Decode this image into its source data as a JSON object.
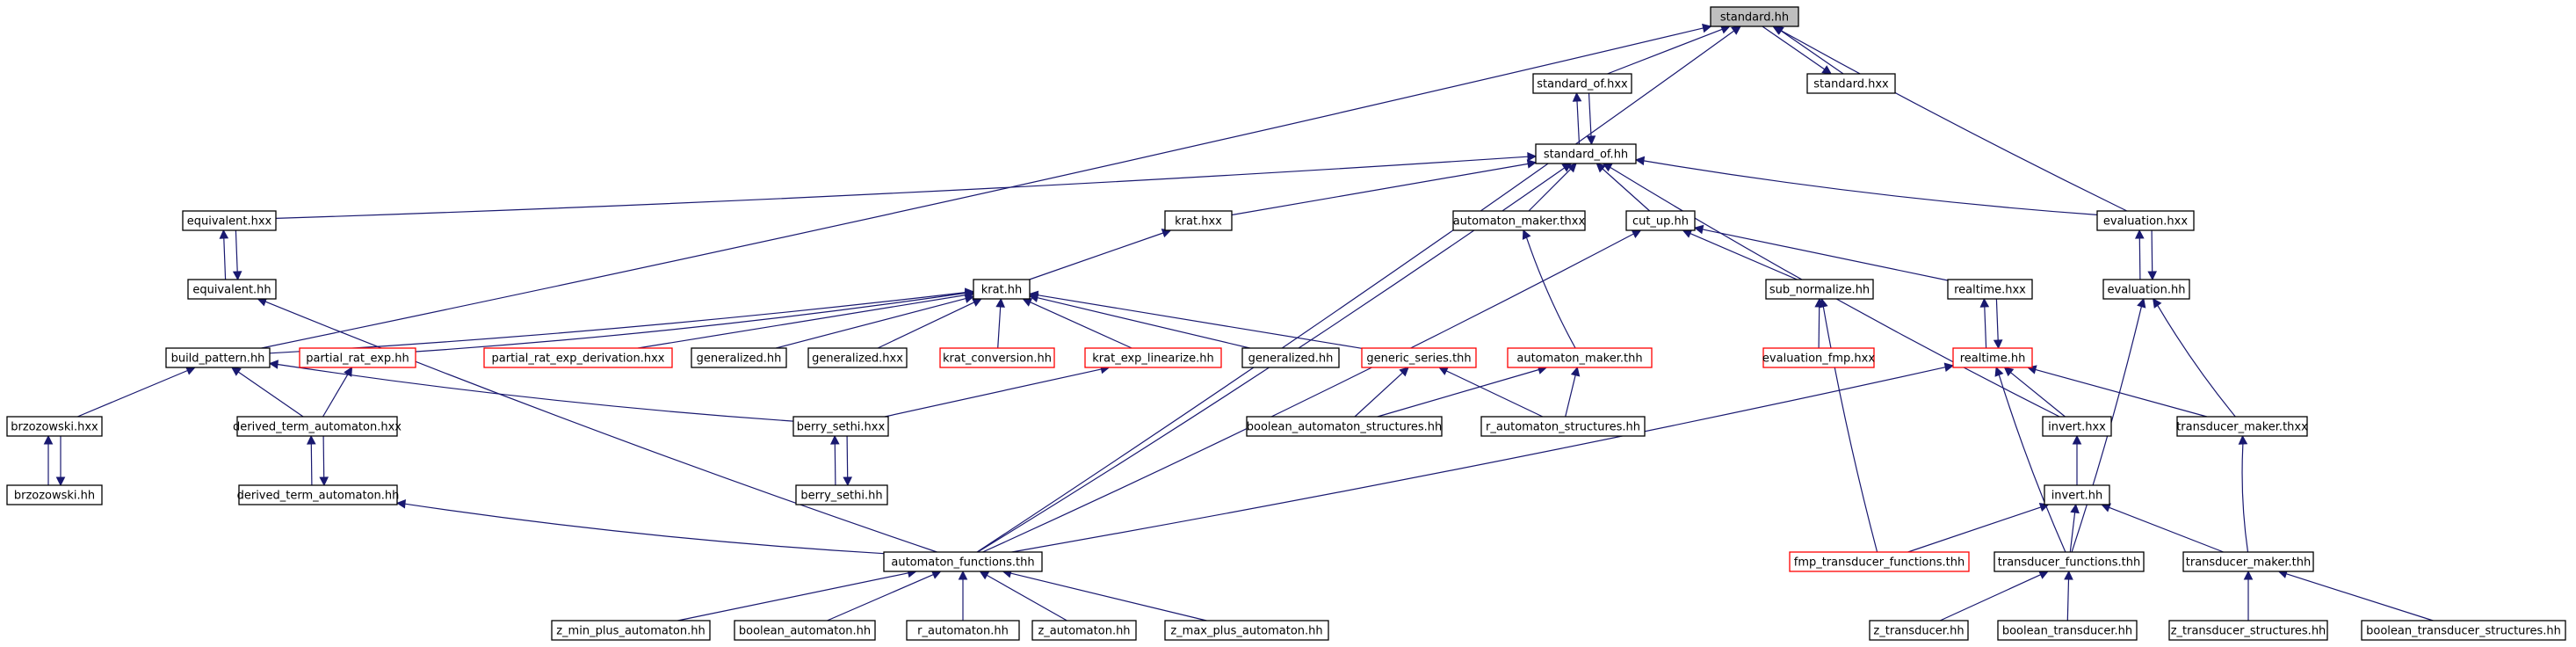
{
  "colors": {
    "edge": "#191970",
    "node_border": "#000000",
    "node_border_external": "#ff0000",
    "node_fill": "#ffffff",
    "selected_fill": "#bfbfbf",
    "background": "#ffffff"
  },
  "nodes": [
    {
      "id": "standard_hh",
      "label": "standard.hh",
      "selected": true
    },
    {
      "id": "standard_of_hxx",
      "label": "standard_of.hxx"
    },
    {
      "id": "standard_hxx",
      "label": "standard.hxx"
    },
    {
      "id": "standard_of_hh",
      "label": "standard_of.hh"
    },
    {
      "id": "equivalent_hxx",
      "label": "equivalent.hxx"
    },
    {
      "id": "equivalent_hh",
      "label": "equivalent.hh"
    },
    {
      "id": "krat_hxx",
      "label": "krat.hxx"
    },
    {
      "id": "automaton_maker_thxx",
      "label": "automaton_maker.thxx"
    },
    {
      "id": "cut_up_hh",
      "label": "cut_up.hh"
    },
    {
      "id": "evaluation_hxx",
      "label": "evaluation.hxx"
    },
    {
      "id": "evaluation_hh",
      "label": "evaluation.hh"
    },
    {
      "id": "krat_hh",
      "label": "krat.hh"
    },
    {
      "id": "sub_normalize_hh",
      "label": "sub_normalize.hh"
    },
    {
      "id": "realtime_hxx",
      "label": "realtime.hxx"
    },
    {
      "id": "build_pattern_hh",
      "label": "build_pattern.hh"
    },
    {
      "id": "partial_rat_exp_hh",
      "label": "partial_rat_exp.hh",
      "external": true
    },
    {
      "id": "partial_rat_exp_derivation_hxx",
      "label": "partial_rat_exp_derivation.hxx",
      "external": true
    },
    {
      "id": "generalized_hh_1",
      "label": "generalized.hh"
    },
    {
      "id": "generalized_hxx",
      "label": "generalized.hxx"
    },
    {
      "id": "krat_conversion_hh",
      "label": "krat_conversion.hh",
      "external": true
    },
    {
      "id": "krat_exp_linearize_hh",
      "label": "krat_exp_linearize.hh",
      "external": true
    },
    {
      "id": "generalized_hh_2",
      "label": "generalized.hh"
    },
    {
      "id": "generic_series_thh",
      "label": "generic_series.thh",
      "external": true
    },
    {
      "id": "automaton_maker_thh",
      "label": "automaton_maker.thh",
      "external": true
    },
    {
      "id": "evaluation_fmp_hxx",
      "label": "evaluation_fmp.hxx",
      "external": true
    },
    {
      "id": "realtime_hh",
      "label": "realtime.hh",
      "external": true
    },
    {
      "id": "brzozowski_hxx",
      "label": "brzozowski.hxx"
    },
    {
      "id": "derived_term_automaton_hxx",
      "label": "derived_term_automaton.hxx"
    },
    {
      "id": "berry_sethi_hxx",
      "label": "berry_sethi.hxx"
    },
    {
      "id": "boolean_automaton_structures_hh",
      "label": "boolean_automaton_structures.hh"
    },
    {
      "id": "r_automaton_structures_hh",
      "label": "r_automaton_structures.hh"
    },
    {
      "id": "invert_hxx",
      "label": "invert.hxx"
    },
    {
      "id": "transducer_maker_thxx",
      "label": "transducer_maker.thxx"
    },
    {
      "id": "brzozowski_hh",
      "label": "brzozowski.hh"
    },
    {
      "id": "derived_term_automaton_hh",
      "label": "derived_term_automaton.hh"
    },
    {
      "id": "berry_sethi_hh",
      "label": "berry_sethi.hh"
    },
    {
      "id": "invert_hh",
      "label": "invert.hh"
    },
    {
      "id": "automaton_functions_thh",
      "label": "automaton_functions.thh"
    },
    {
      "id": "fmp_transducer_functions_thh",
      "label": "fmp_transducer_functions.thh",
      "external": true
    },
    {
      "id": "transducer_functions_thh",
      "label": "transducer_functions.thh"
    },
    {
      "id": "transducer_maker_thh",
      "label": "transducer_maker.thh"
    },
    {
      "id": "z_min_plus_automaton_hh",
      "label": "z_min_plus_automaton.hh"
    },
    {
      "id": "boolean_automaton_hh",
      "label": "boolean_automaton.hh"
    },
    {
      "id": "r_automaton_hh",
      "label": "r_automaton.hh"
    },
    {
      "id": "z_automaton_hh",
      "label": "z_automaton.hh"
    },
    {
      "id": "z_max_plus_automaton_hh",
      "label": "z_max_plus_automaton.hh"
    },
    {
      "id": "z_transducer_hh",
      "label": "z_transducer.hh"
    },
    {
      "id": "boolean_transducer_hh",
      "label": "boolean_transducer.hh"
    },
    {
      "id": "z_transducer_structures_hh",
      "label": "z_transducer_structures.hh"
    },
    {
      "id": "boolean_transducer_structures_hh",
      "label": "boolean_transducer_structures.hh"
    }
  ],
  "edges": [
    {
      "from": "standard_of_hxx",
      "to": "standard_hh"
    },
    {
      "from": "standard_hxx",
      "to": "standard_hh"
    },
    {
      "from": "standard_hh",
      "to": "standard_hxx",
      "bidirectional_curve": true
    },
    {
      "from": "build_pattern_hh",
      "to": "standard_hh"
    },
    {
      "from": "automaton_functions_thh",
      "to": "standard_hh"
    },
    {
      "from": "evaluation_hxx",
      "to": "standard_hh"
    },
    {
      "from": "standard_of_hh",
      "to": "standard_of_hxx"
    },
    {
      "from": "standard_of_hxx",
      "to": "standard_of_hh"
    },
    {
      "from": "equivalent_hxx",
      "to": "standard_of_hh"
    },
    {
      "from": "krat_hxx",
      "to": "standard_of_hh"
    },
    {
      "from": "automaton_maker_thxx",
      "to": "standard_of_hh"
    },
    {
      "from": "cut_up_hh",
      "to": "standard_of_hh"
    },
    {
      "from": "evaluation_hxx",
      "to": "standard_of_hh"
    },
    {
      "from": "automaton_functions_thh",
      "to": "standard_of_hh"
    },
    {
      "from": "invert_hxx",
      "to": "standard_of_hh"
    },
    {
      "from": "equivalent_hh",
      "to": "equivalent_hxx"
    },
    {
      "from": "equivalent_hxx",
      "to": "equivalent_hh"
    },
    {
      "from": "automaton_functions_thh",
      "to": "equivalent_hh"
    },
    {
      "from": "krat_hh",
      "to": "krat_hxx"
    },
    {
      "from": "automaton_maker_thh",
      "to": "automaton_maker_thxx"
    },
    {
      "from": "sub_normalize_hh",
      "to": "cut_up_hh"
    },
    {
      "from": "realtime_hxx",
      "to": "cut_up_hh"
    },
    {
      "from": "automaton_functions_thh",
      "to": "cut_up_hh"
    },
    {
      "from": "evaluation_hh",
      "to": "evaluation_hxx"
    },
    {
      "from": "evaluation_hxx",
      "to": "evaluation_hh"
    },
    {
      "from": "transducer_maker_thxx",
      "to": "evaluation_hh"
    },
    {
      "from": "transducer_functions_thh",
      "to": "evaluation_hh"
    },
    {
      "from": "build_pattern_hh",
      "to": "krat_hh"
    },
    {
      "from": "partial_rat_exp_hh",
      "to": "krat_hh"
    },
    {
      "from": "partial_rat_exp_derivation_hxx",
      "to": "krat_hh"
    },
    {
      "from": "generalized_hh_1",
      "to": "krat_hh"
    },
    {
      "from": "generalized_hxx",
      "to": "krat_hh"
    },
    {
      "from": "krat_conversion_hh",
      "to": "krat_hh"
    },
    {
      "from": "krat_exp_linearize_hh",
      "to": "krat_hh"
    },
    {
      "from": "generalized_hh_2",
      "to": "krat_hh"
    },
    {
      "from": "generic_series_thh",
      "to": "krat_hh"
    },
    {
      "from": "evaluation_fmp_hxx",
      "to": "sub_normalize_hh"
    },
    {
      "from": "fmp_transducer_functions_thh",
      "to": "sub_normalize_hh"
    },
    {
      "from": "realtime_hh",
      "to": "realtime_hxx"
    },
    {
      "from": "realtime_hxx",
      "to": "realtime_hh"
    },
    {
      "from": "brzozowski_hxx",
      "to": "build_pattern_hh"
    },
    {
      "from": "derived_term_automaton_hxx",
      "to": "build_pattern_hh"
    },
    {
      "from": "berry_sethi_hxx",
      "to": "build_pattern_hh"
    },
    {
      "from": "derived_term_automaton_hxx",
      "to": "partial_rat_exp_hh"
    },
    {
      "from": "berry_sethi_hxx",
      "to": "krat_exp_linearize_hh"
    },
    {
      "from": "boolean_automaton_structures_hh",
      "to": "generic_series_thh"
    },
    {
      "from": "r_automaton_structures_hh",
      "to": "generic_series_thh"
    },
    {
      "from": "boolean_automaton_structures_hh",
      "to": "automaton_maker_thh"
    },
    {
      "from": "r_automaton_structures_hh",
      "to": "automaton_maker_thh"
    },
    {
      "from": "invert_hxx",
      "to": "realtime_hh"
    },
    {
      "from": "transducer_maker_thxx",
      "to": "realtime_hh"
    },
    {
      "from": "transducer_functions_thh",
      "to": "realtime_hh"
    },
    {
      "from": "automaton_functions_thh",
      "to": "realtime_hh"
    },
    {
      "from": "brzozowski_hh",
      "to": "brzozowski_hxx"
    },
    {
      "from": "brzozowski_hxx",
      "to": "brzozowski_hh"
    },
    {
      "from": "derived_term_automaton_hh",
      "to": "derived_term_automaton_hxx"
    },
    {
      "from": "derived_term_automaton_hxx",
      "to": "derived_term_automaton_hh"
    },
    {
      "from": "berry_sethi_hh",
      "to": "berry_sethi_hxx"
    },
    {
      "from": "berry_sethi_hxx",
      "to": "berry_sethi_hh"
    },
    {
      "from": "transducer_maker_thh",
      "to": "transducer_maker_thxx"
    },
    {
      "from": "invert_hh",
      "to": "invert_hxx"
    },
    {
      "from": "automaton_functions_thh",
      "to": "derived_term_automaton_hh"
    },
    {
      "from": "fmp_transducer_functions_thh",
      "to": "invert_hh"
    },
    {
      "from": "transducer_functions_thh",
      "to": "invert_hh"
    },
    {
      "from": "transducer_maker_thh",
      "to": "invert_hh"
    },
    {
      "from": "z_min_plus_automaton_hh",
      "to": "automaton_functions_thh"
    },
    {
      "from": "boolean_automaton_hh",
      "to": "automaton_functions_thh"
    },
    {
      "from": "r_automaton_hh",
      "to": "automaton_functions_thh"
    },
    {
      "from": "z_automaton_hh",
      "to": "automaton_functions_thh"
    },
    {
      "from": "z_max_plus_automaton_hh",
      "to": "automaton_functions_thh"
    },
    {
      "from": "z_transducer_hh",
      "to": "transducer_functions_thh"
    },
    {
      "from": "boolean_transducer_hh",
      "to": "transducer_functions_thh"
    },
    {
      "from": "z_transducer_structures_hh",
      "to": "transducer_maker_thh"
    },
    {
      "from": "boolean_transducer_structures_hh",
      "to": "transducer_maker_thh"
    }
  ]
}
